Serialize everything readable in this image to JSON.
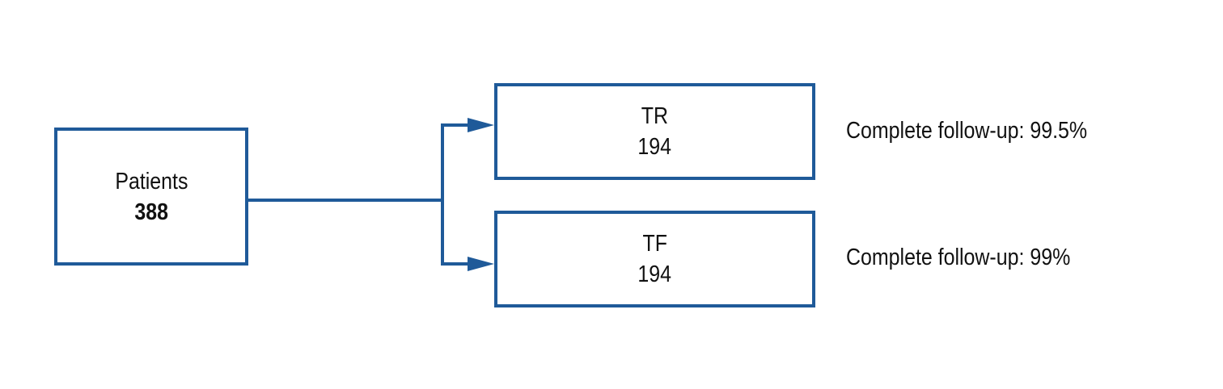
{
  "nodes": {
    "patients": {
      "label": "Patients",
      "count": "388"
    },
    "tr": {
      "label": "TR",
      "count": "194"
    },
    "tf": {
      "label": "TF",
      "count": "194"
    }
  },
  "annotations": {
    "tr_followup": "Complete follow-up: 99.5%",
    "tf_followup": "Complete follow-up: 99%"
  },
  "colors": {
    "accent": "#1f5a99",
    "text": "#111111",
    "background": "#ffffff"
  }
}
